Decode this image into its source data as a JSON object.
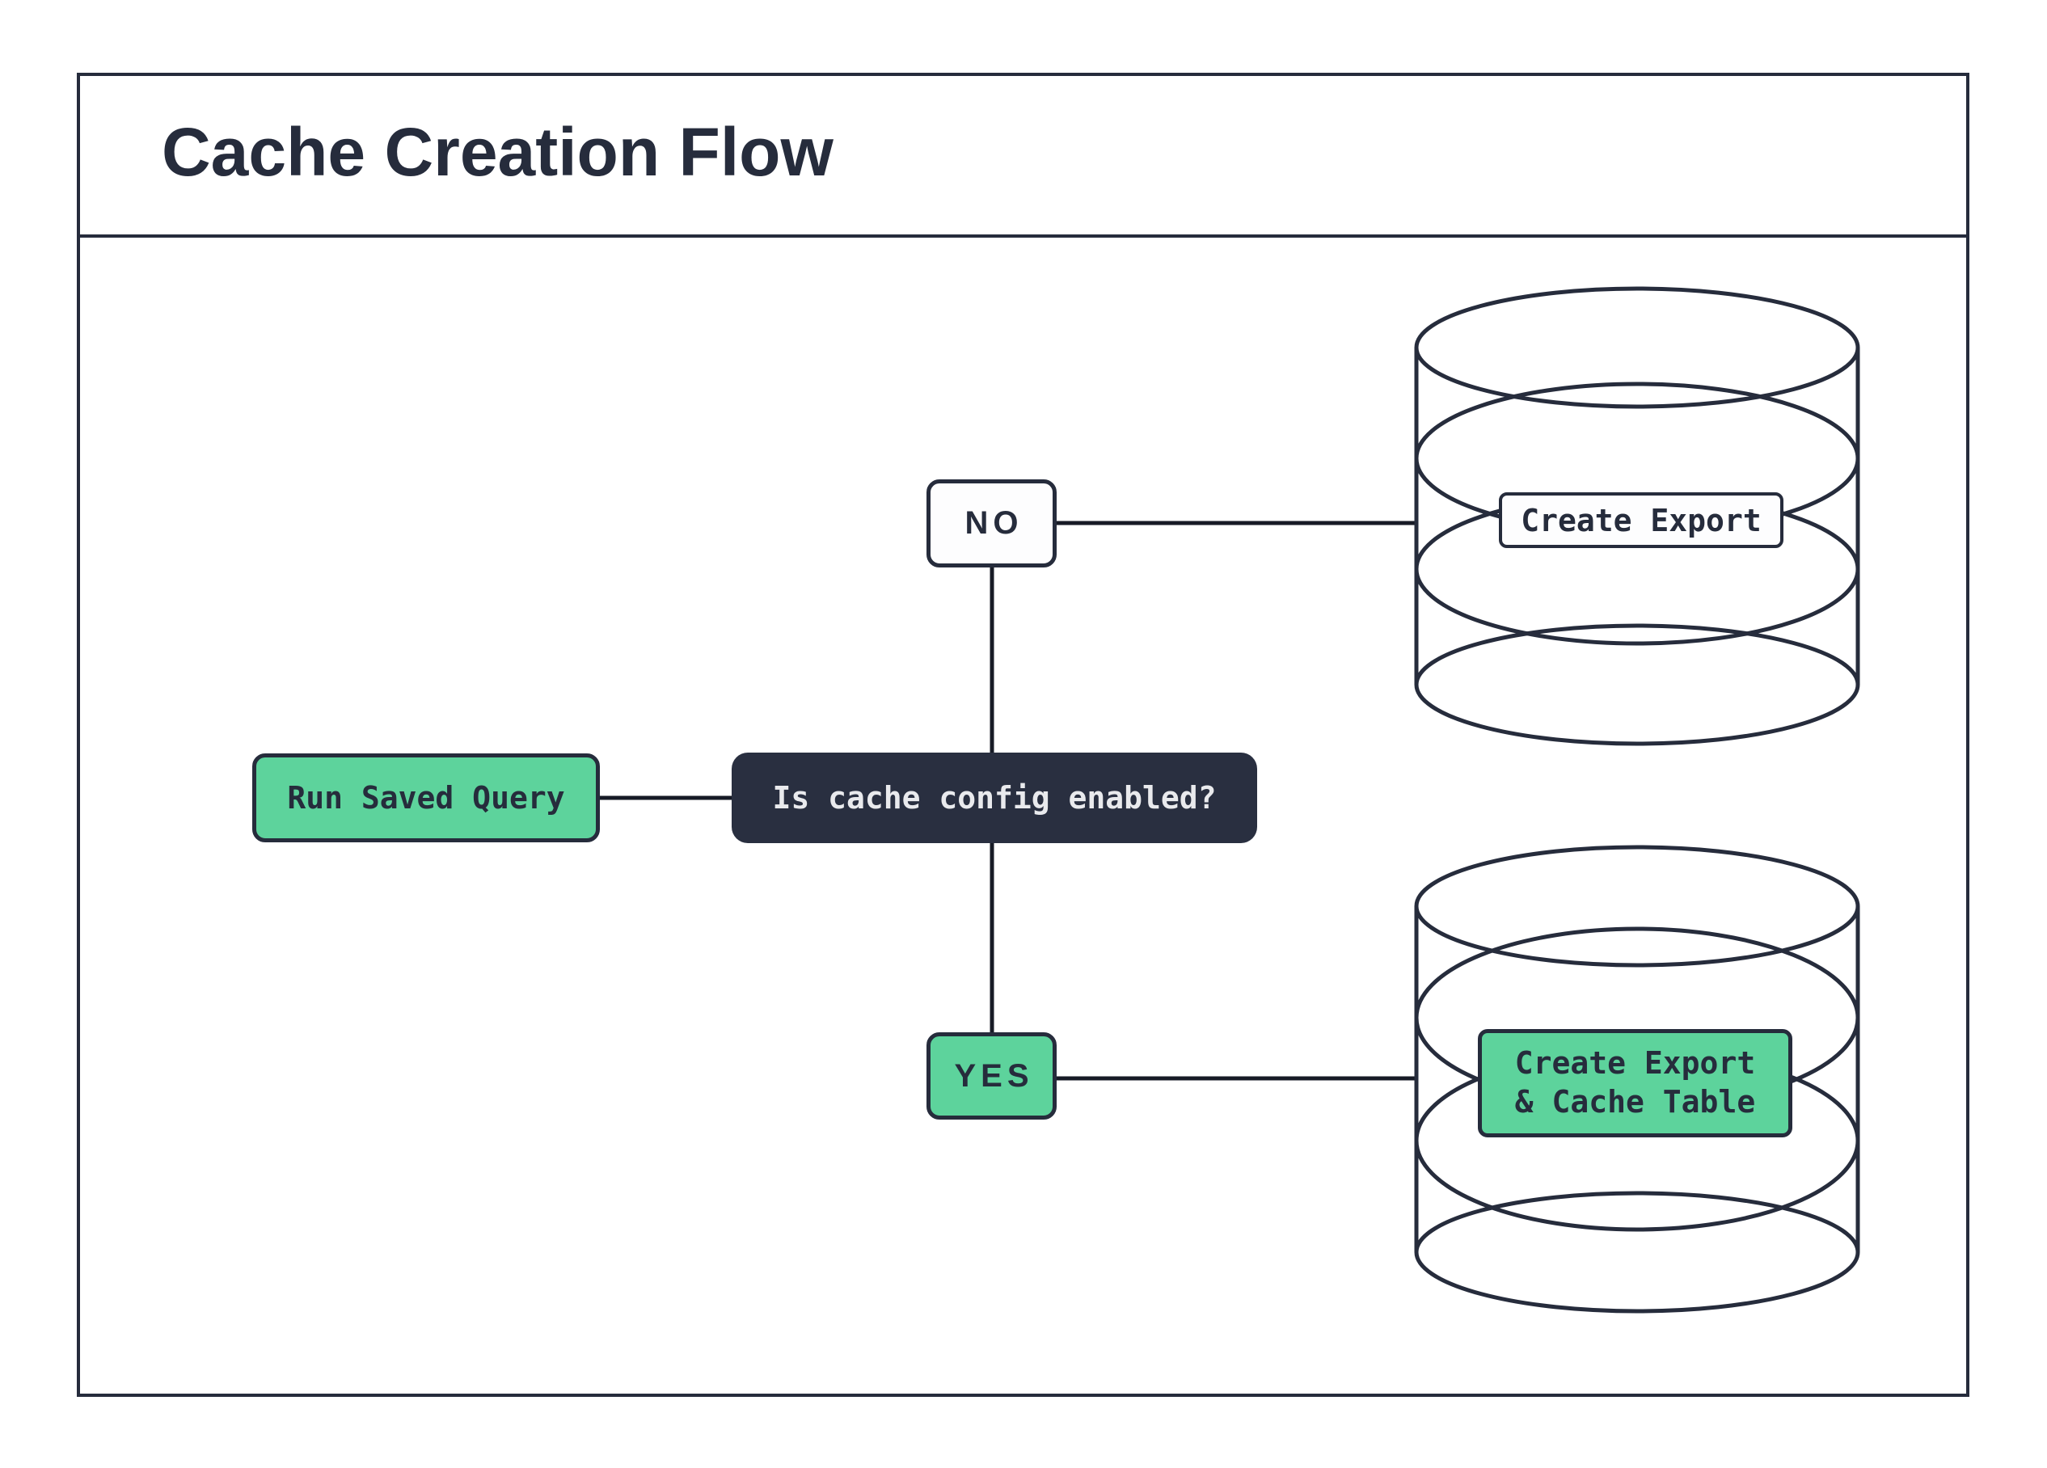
{
  "header": {
    "title": "Cache Creation Flow"
  },
  "flow": {
    "start": {
      "label": "Run Saved Query"
    },
    "decision": {
      "label": "Is cache config enabled?"
    },
    "branches": {
      "no": {
        "label": "NO"
      },
      "yes": {
        "label": "YES"
      }
    },
    "outcomes": {
      "no": {
        "label": "Create Export"
      },
      "yes": {
        "label_line1": "Create Export",
        "label_line2": "& Cache Table"
      }
    }
  },
  "icons": {
    "no_outcome": "database-cylinder-icon",
    "yes_outcome": "database-cylinder-icon"
  },
  "colors": {
    "ink": "#262c3c",
    "connector": "#171b26",
    "decision_bg": "#292f40",
    "decision_text": "#e9eaed",
    "accent_green": "#5dd39c",
    "node_white_bg": "#fdfdfe",
    "canvas_bg": "#ffffff"
  }
}
